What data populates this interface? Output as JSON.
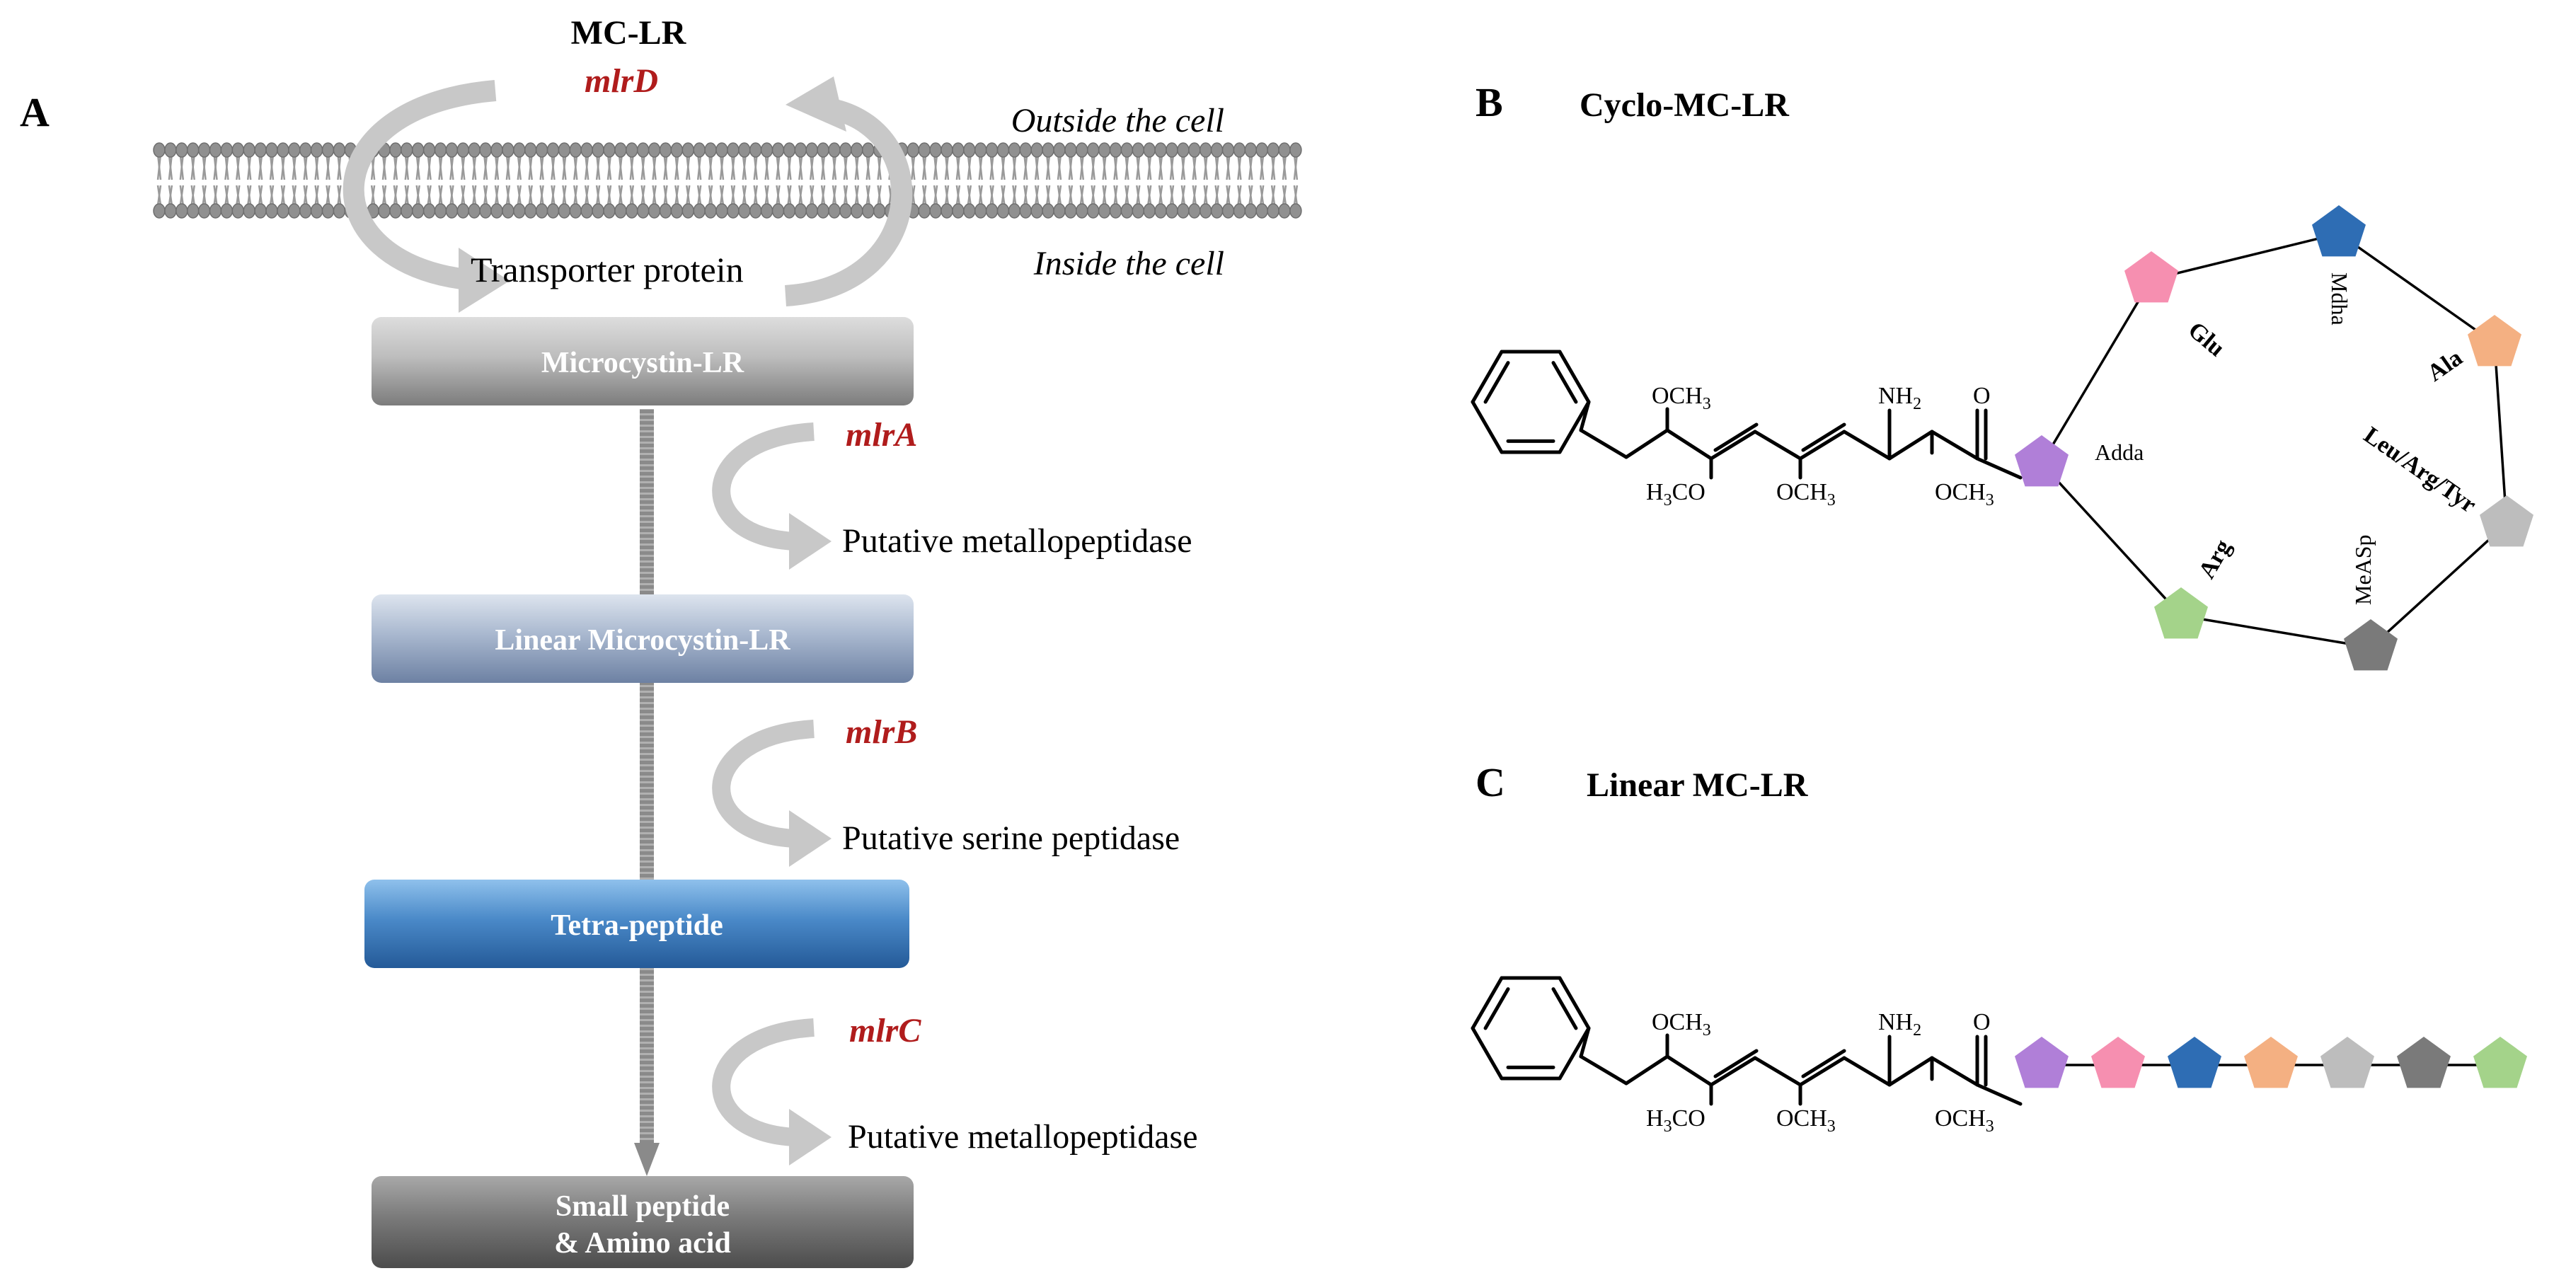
{
  "panel_a": {
    "letter": "A",
    "title": "MC-LR",
    "gene_top": "mlrD",
    "outside_label": "Outside the cell",
    "inside_label": "Inside the cell",
    "transporter_label": "Transporter protein",
    "boxes": [
      {
        "label": "Microcystin-LR"
      },
      {
        "label": "Linear Microcystin-LR"
      },
      {
        "label": "Tetra-peptide"
      },
      {
        "label_line1": "Small peptide",
        "label_line2": "& Amino acid"
      }
    ],
    "steps": [
      {
        "gene": "mlrA",
        "enzyme": "Putative metallopeptidase"
      },
      {
        "gene": "mlrB",
        "enzyme": "Putative serine peptidase"
      },
      {
        "gene": "mlrC",
        "enzyme": "Putative metallopeptidase"
      }
    ]
  },
  "panel_b": {
    "letter": "B",
    "title": "Cyclo-MC-LR",
    "residues": [
      "Adda",
      "Glu",
      "Mdha",
      "Ala",
      "Leu/Arg/Tyr",
      "MeASp",
      "Arg"
    ]
  },
  "panel_c": {
    "letter": "C",
    "title": "Linear MC-LR"
  },
  "chem": {
    "och3": "OCH",
    "h3co": "H",
    "h3co_rest": "CO",
    "nh2": "NH",
    "oxygen": "O",
    "sub3": "3",
    "sub2": "2"
  },
  "colors": {
    "adda": "#b07fd8",
    "glu": "#f68fb0",
    "mdha": "#2e6db4",
    "ala": "#f4b082",
    "leu": "#bdbdbd",
    "measp": "#7a7a7a",
    "arg": "#a4d38a",
    "gene": "#b01c1c",
    "membrane": "#909090",
    "arrow": "#c8c8c8"
  }
}
